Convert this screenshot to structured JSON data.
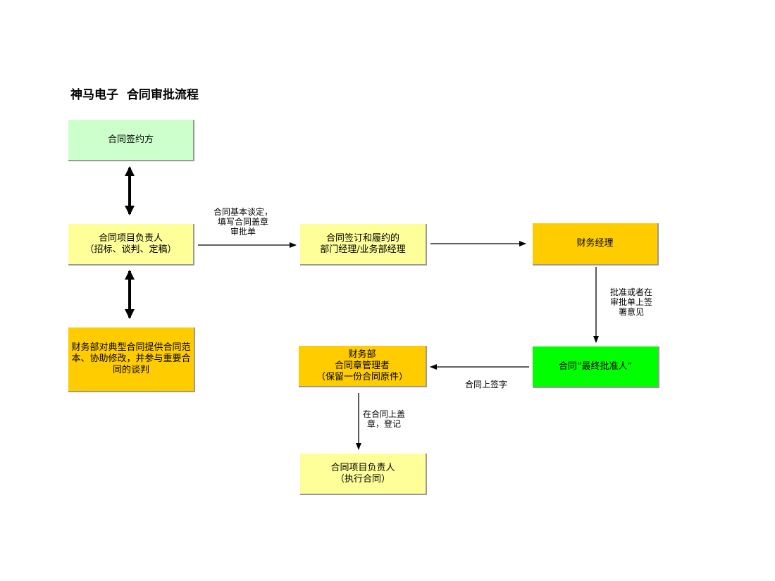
{
  "title": "神马电子  合同审批流程",
  "colors": {
    "pale_green": "#ccffcc",
    "pale_yellow": "#ffff99",
    "gold": "#ffcc00",
    "bright_green": "#00ff00"
  },
  "nodes": {
    "contract_party": "合同签约方",
    "project_lead": "合同项目负责人\n（招标、谈判、定稿）",
    "finance_templates": "财务部对典型合同提供合同范本、协助修改，并参与重要合同的谈判",
    "signing_dept": "合同签订和履约的\n部门经理/业务部经理",
    "finance_manager": "财务经理",
    "final_approver": "合同“最终批准人”",
    "seal_keeper": "财务部\n合同章管理者\n（保留一份合同原件）",
    "project_lead_execute": "合同项目负责人\n（执行合同）"
  },
  "edges": {
    "lead_to_dept": "合同基本谈定，\n填写合同盖章\n审批单",
    "manager_to_approver": "批准或者在\n审批单上签\n署意见",
    "approver_to_seal": "合同上签字",
    "seal_to_execute": "在合同上盖\n章，登记"
  }
}
